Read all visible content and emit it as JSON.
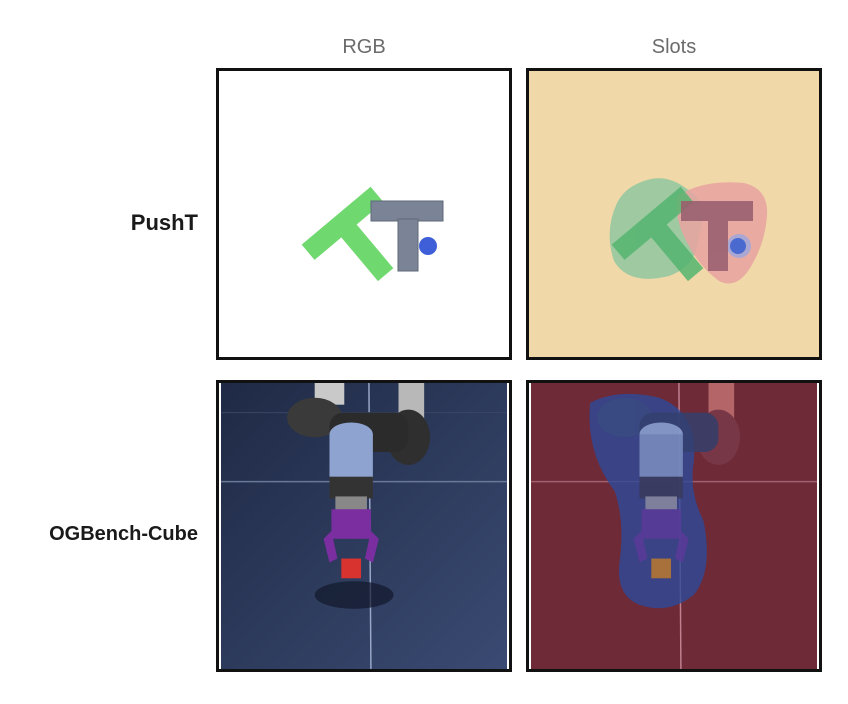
{
  "columns": [
    {
      "label": "RGB"
    },
    {
      "label": "Slots"
    }
  ],
  "rows": [
    {
      "label": "PushT"
    },
    {
      "label": "OGBench-Cube"
    }
  ],
  "colors": {
    "pusht_green_t": "#6fd86f",
    "pusht_gray_t": "#7b8496",
    "pusht_agent": "#3f5fd8",
    "slot_background": "#f0d8a8",
    "cube_floor": "#26334f",
    "cube_red": "#d8332e",
    "gripper_purple": "#7a2ea0",
    "slot_red_tint": "#6e2a36",
    "slot_blue_tint": "#2c4a9a"
  }
}
